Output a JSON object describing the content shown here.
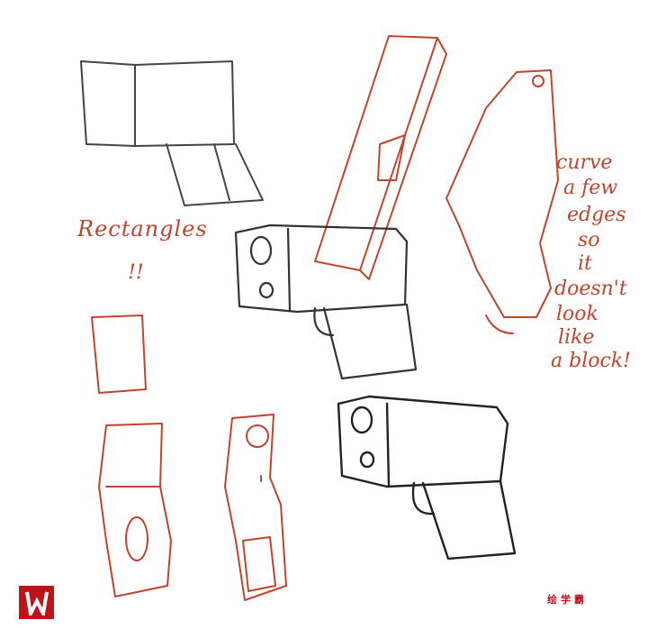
{
  "annotations": {
    "rectangles": "Rectangles",
    "exclaim": "!!",
    "curve_note": [
      "curve",
      "a few",
      "edges",
      "so",
      "it",
      "doesn't",
      "look",
      "like",
      "a block!"
    ]
  },
  "watermark": {
    "logo_letter": "W",
    "brand": "绘学霸"
  },
  "colors": {
    "red_ink": "#c0442e",
    "black_ink": "#333333",
    "brand": "#c1121a"
  }
}
